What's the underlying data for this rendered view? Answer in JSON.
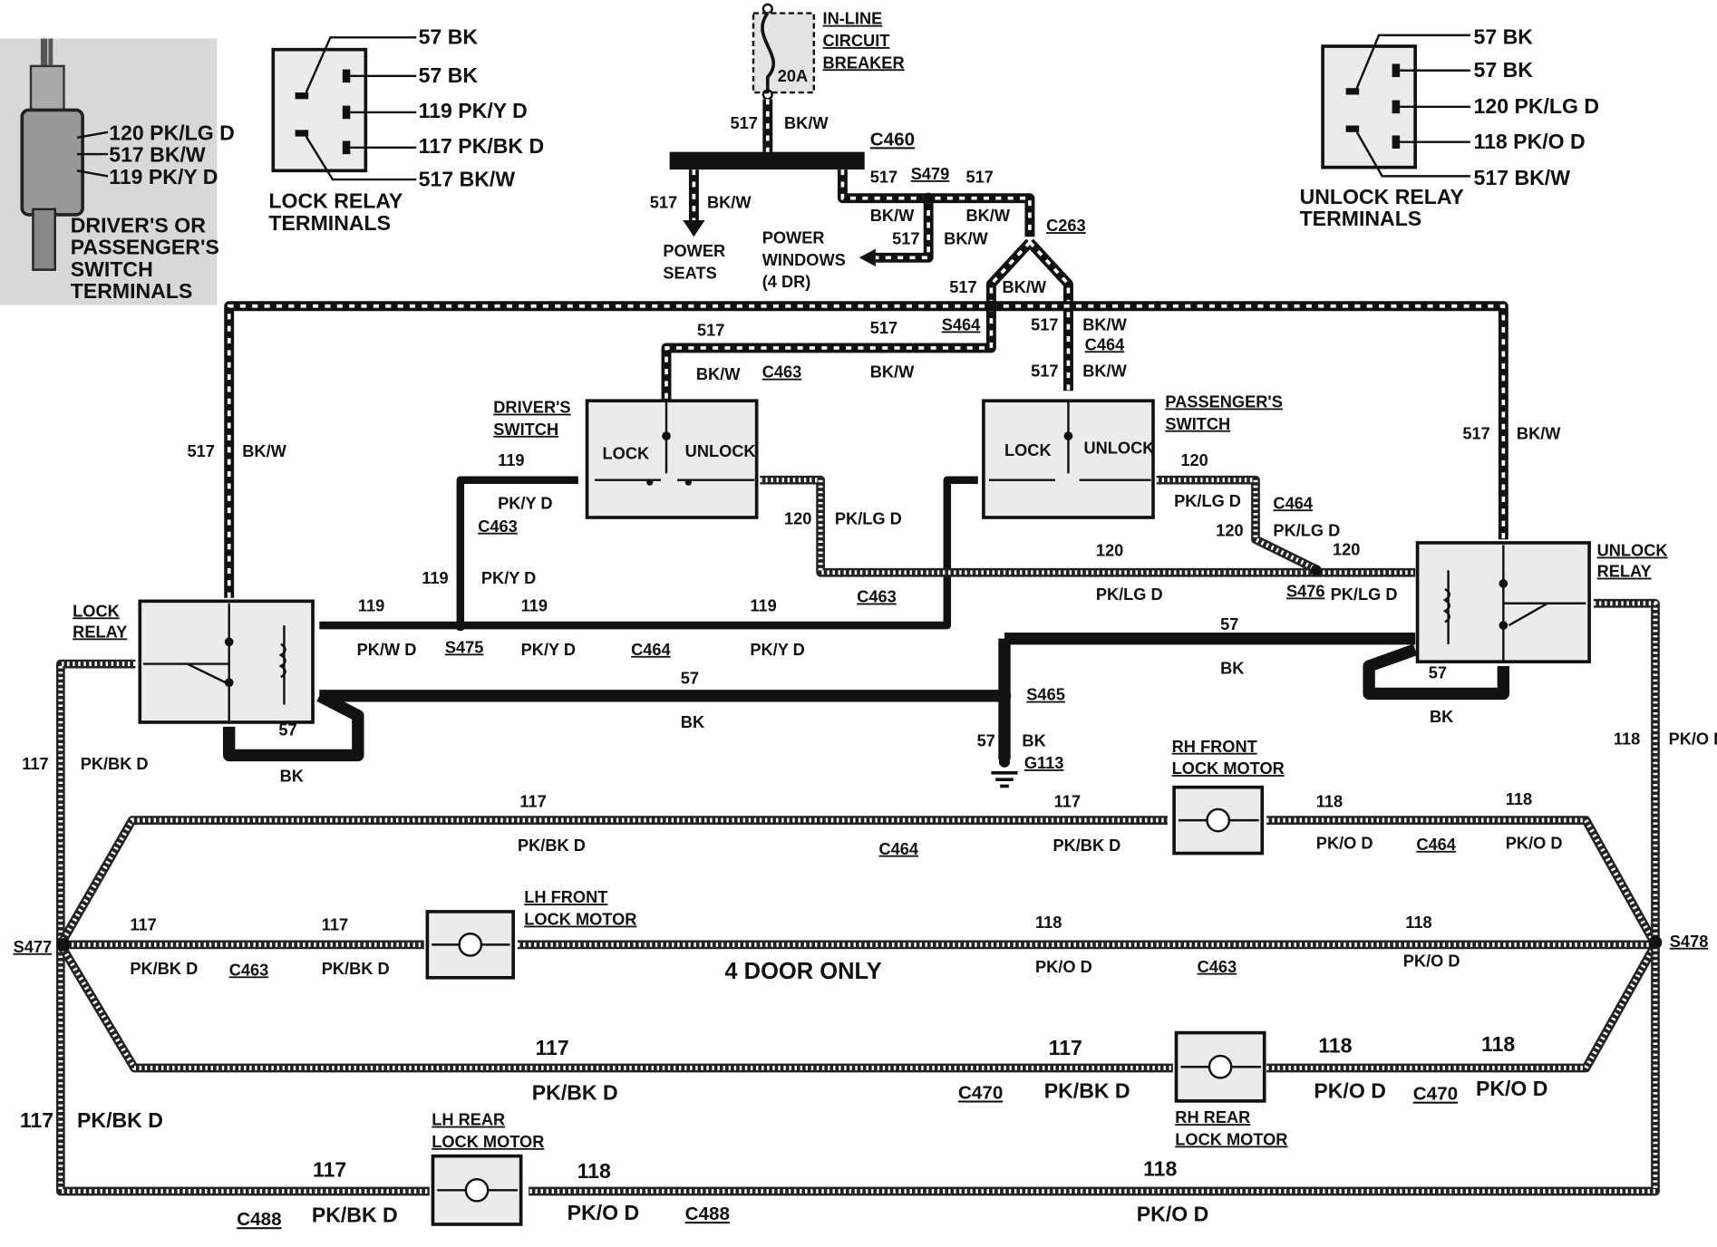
{
  "pinout_switch": {
    "pins": [
      "120 PK/LG D",
      "517 BK/W",
      "119 PK/Y D"
    ],
    "title": [
      "DRIVER'S OR",
      "PASSENGER'S",
      "SWITCH",
      "TERMINALS"
    ]
  },
  "pinout_lock_relay": {
    "pins": [
      "57 BK",
      "57 BK",
      "119 PK/Y D",
      "117 PK/BK D",
      "517 BK/W"
    ],
    "title": [
      "LOCK RELAY",
      "TERMINALS"
    ]
  },
  "pinout_unlock_relay": {
    "pins": [
      "57 BK",
      "57 BK",
      "120 PK/LG D",
      "118 PK/O D",
      "517 BK/W"
    ],
    "title": [
      "UNLOCK RELAY",
      "TERMINALS"
    ]
  },
  "breaker": {
    "title": [
      "IN-LINE",
      "CIRCUIT",
      "BREAKER"
    ],
    "rating": "20A"
  },
  "components": {
    "power_seats": [
      "POWER",
      "SEATS"
    ],
    "power_windows": [
      "POWER",
      "WINDOWS",
      "(4 DR)"
    ],
    "drivers_switch": [
      "DRIVER'S",
      "SWITCH"
    ],
    "passengers_switch": [
      "PASSENGER'S",
      "SWITCH"
    ],
    "lock": "LOCK",
    "unlock": "UNLOCK",
    "lock_relay": [
      "LOCK",
      "RELAY"
    ],
    "unlock_relay": [
      "UNLOCK",
      "RELAY"
    ],
    "rh_front_motor": [
      "RH FRONT",
      "LOCK MOTOR"
    ],
    "lh_front_motor": [
      "LH FRONT",
      "LOCK MOTOR"
    ],
    "rh_rear_motor": [
      "RH REAR",
      "LOCK MOTOR"
    ],
    "lh_rear_motor": [
      "LH REAR",
      "LOCK MOTOR"
    ],
    "four_door": "4 DOOR ONLY"
  },
  "refs": {
    "c460": "C460",
    "s479": "S479",
    "c263": "C263",
    "s464": "S464",
    "c463": "C463",
    "c464": "C464",
    "s475": "S475",
    "s476": "S476",
    "s465": "S465",
    "g113": "G113",
    "s477": "S477",
    "s478": "S478",
    "c470": "C470",
    "c488": "C488"
  },
  "circuits": {
    "n517": "517",
    "bkw": "BK/W",
    "n119": "119",
    "pky": "PK/Y D",
    "pkw": "PK/W D",
    "n120": "120",
    "pklg": "PK/LG D",
    "n57": "57",
    "bk": "BK",
    "n117": "117",
    "pkbk": "PK/BK D",
    "n118": "118",
    "pko": "PK/O D"
  }
}
